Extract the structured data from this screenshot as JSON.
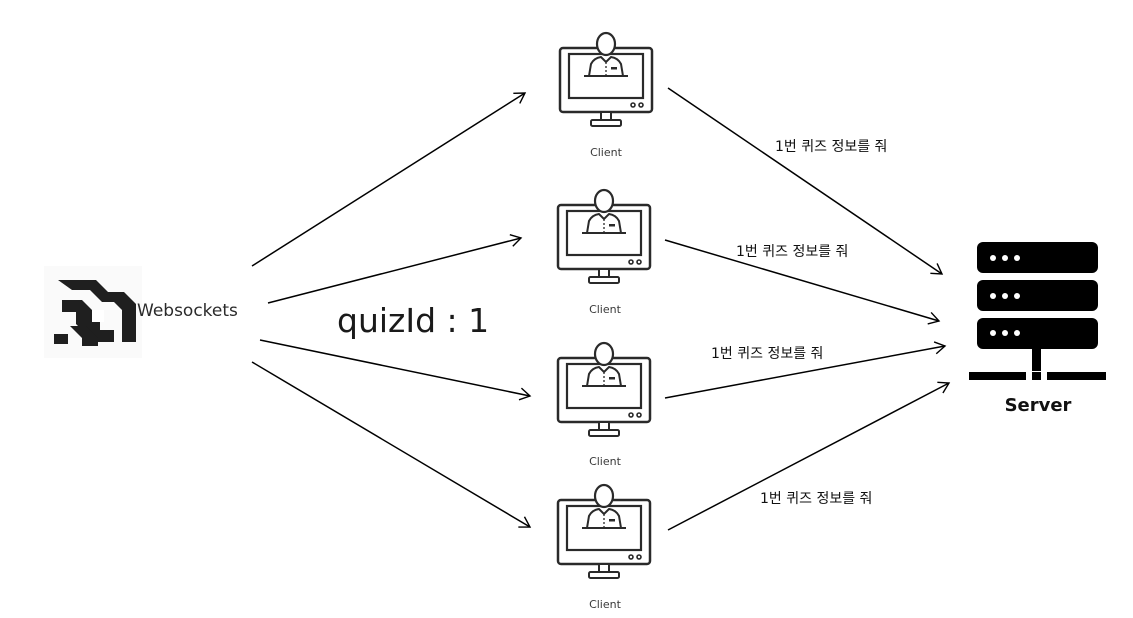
{
  "websocket": {
    "label": "Websockets",
    "icon": "websocket-logo-icon"
  },
  "message": {
    "label": "quizId : 1"
  },
  "clients": [
    {
      "label": "Client",
      "icon": "computer-user-icon"
    },
    {
      "label": "Client",
      "icon": "computer-user-icon"
    },
    {
      "label": "Client",
      "icon": "computer-user-icon"
    },
    {
      "label": "Client",
      "icon": "computer-user-icon"
    }
  ],
  "requests": [
    {
      "label": "1번 퀴즈 정보를 줘"
    },
    {
      "label": "1번 퀴즈 정보를 줘"
    },
    {
      "label": "1번 퀴즈 정보를 줘"
    },
    {
      "label": "1번 퀴즈 정보를 줘"
    }
  ],
  "server": {
    "label": "Server",
    "icon": "server-rack-icon"
  },
  "colors": {
    "line": "#000000",
    "icon_dark": "#1f1f1f",
    "icon_light": "#e8e8e8",
    "server": "#000000"
  }
}
